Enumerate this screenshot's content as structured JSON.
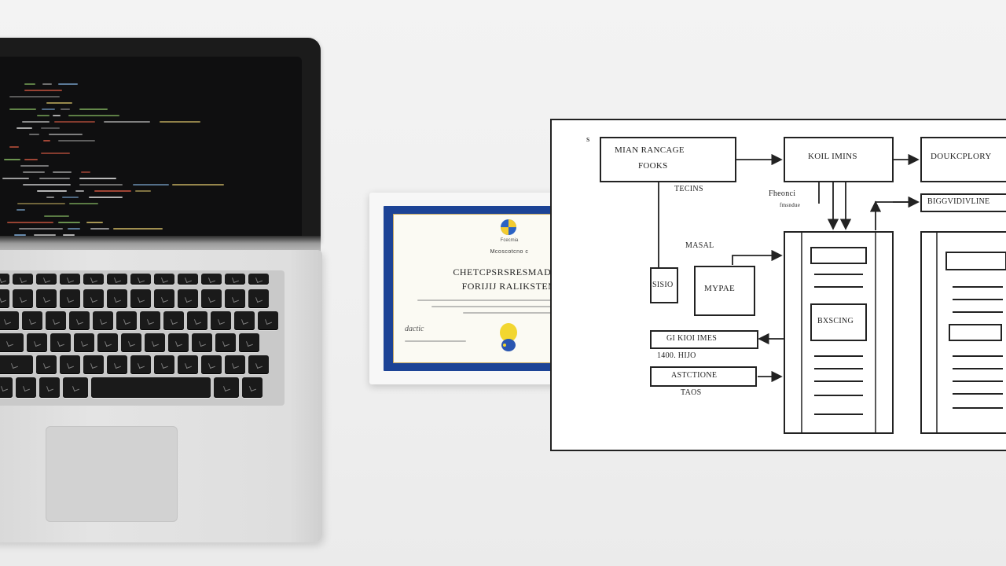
{
  "certificate": {
    "logo_text": "Fcecmia",
    "org_line": "Mcoscotcno c",
    "title_line1": "CHETCPSRSRESMADAN",
    "title_line2": "FORIJIJ RALIKSTEM",
    "signature_left": "dactic"
  },
  "diagram": {
    "corner_mark": "s",
    "box1_line1": "MIAN RANCAGE",
    "box1_line2": "FOOKS",
    "label_tecins": "TECINS",
    "box2": "KOIL IMINS",
    "box3": "DOUKCPLORY",
    "label_fheonci": "Fheonci",
    "label_fheonci_sub": "fmsndue",
    "box4": "BIGGVIDIVLINE",
    "label_masal": "MASAL",
    "box5": "MYPAE",
    "box6": "SISIO",
    "box7": "BXSCING",
    "box8": "GI KIOI IMES",
    "label_1400": "1400. HIJO",
    "box9": "ASTCTIONE",
    "label_taos": "TAOS"
  },
  "colors": {
    "certificate_border": "#1c4396",
    "certificate_trim": "#c8a860",
    "laptop_lid": "#1b1b1b",
    "laptop_body": "#e0e0e0"
  }
}
